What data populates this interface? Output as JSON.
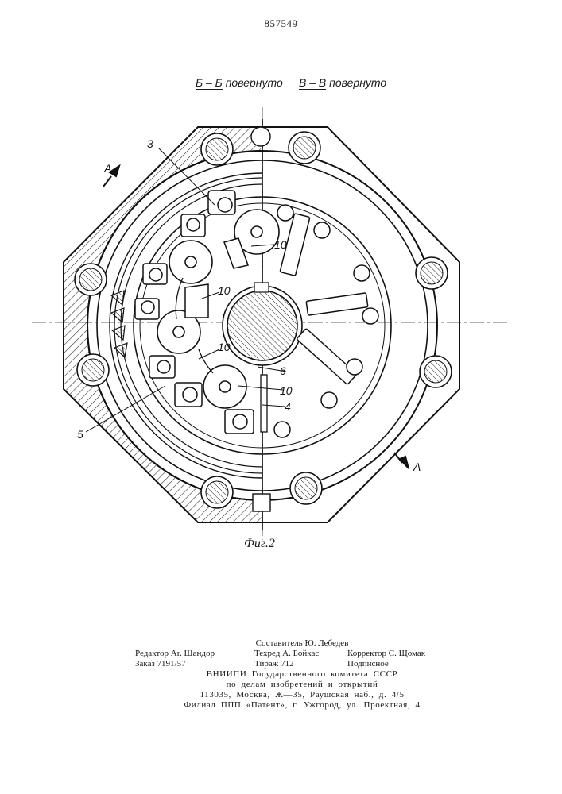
{
  "patent_number": "857549",
  "section_left": {
    "letter": "Б – Б",
    "rest": "повернуто"
  },
  "section_right": {
    "letter": "В – В",
    "rest": "повернуто"
  },
  "figure": {
    "caption": "Фиг.2",
    "callouts": [
      "3",
      "10",
      "10",
      "10",
      "10",
      "6",
      "4",
      "5"
    ],
    "view_marks": [
      "A",
      "A"
    ]
  },
  "footer": {
    "compiler": "Составитель Ю. Лебедев",
    "editor": "Редактор Аг. Шандор",
    "techred": "Техред А. Бойкас",
    "corrector": "Корректор С. Щомак",
    "order": "Заказ 7191/57",
    "circulation": "Тираж 712",
    "subscription": "Подписное",
    "org_line1": "ВНИИПИ Государственного комитета СССР",
    "org_line2": "по делам изобретений и открытий",
    "address": "113035, Москва, Ж—35, Раушская наб., д. 4/5",
    "branch": "Филиал ППП «Патент», г. Ужгород, ул. Проектная, 4"
  }
}
